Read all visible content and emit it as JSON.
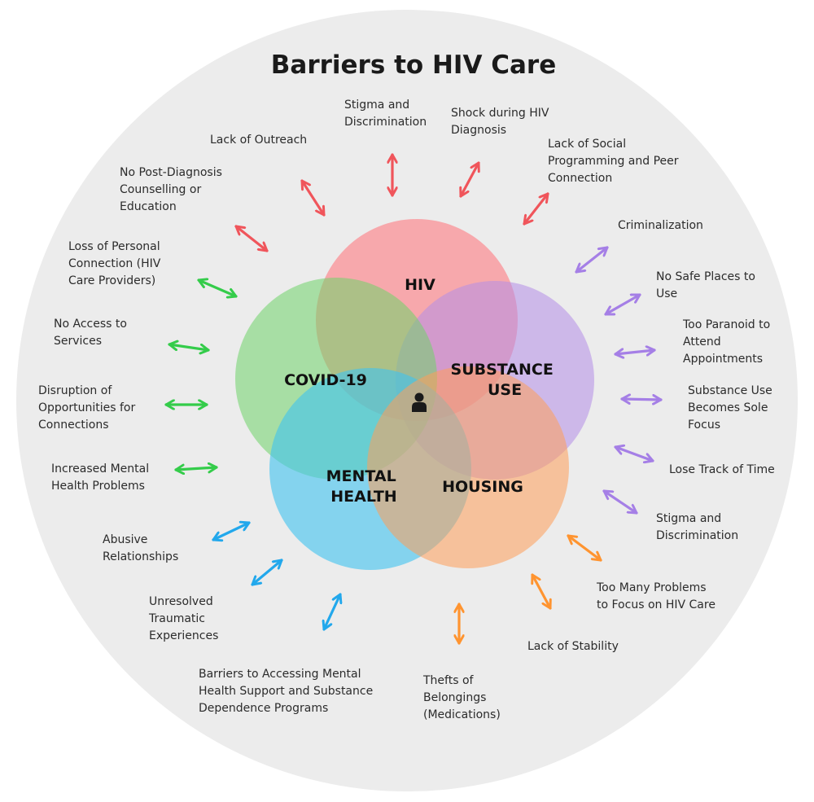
{
  "title": "Barriers to HIV Care",
  "center_icon": "person-icon",
  "circles": [
    {
      "key": "hiv",
      "label": "HIV",
      "color": "#ff7b82"
    },
    {
      "key": "substance",
      "label": "SUBSTANCE\nUSE",
      "color": "#b48ee8"
    },
    {
      "key": "covid",
      "label": "COVID-19",
      "color": "#6fd46a"
    },
    {
      "key": "mental",
      "label": "MENTAL\nHEALTH",
      "color": "#3fc3f0"
    },
    {
      "key": "housing",
      "label": "HOUSING",
      "color": "#ff9f5a"
    }
  ],
  "barriers": [
    {
      "text": "Stigma and\nDiscrimination",
      "group": "hiv"
    },
    {
      "text": "Shock during HIV\nDiagnosis",
      "group": "hiv"
    },
    {
      "text": "Lack of Social\nProgramming and Peer\nConnection",
      "group": "hiv"
    },
    {
      "text": "Lack of Outreach",
      "group": "hiv"
    },
    {
      "text": "No Post-Diagnosis\nCounselling or\nEducation",
      "group": "hiv"
    },
    {
      "text": "Criminalization",
      "group": "substance"
    },
    {
      "text": "No Safe Places to\nUse",
      "group": "substance"
    },
    {
      "text": "Too Paranoid to\nAttend\nAppointments",
      "group": "substance"
    },
    {
      "text": "Substance Use\nBecomes Sole\nFocus",
      "group": "substance"
    },
    {
      "text": "Lose Track of Time",
      "group": "substance"
    },
    {
      "text": "Stigma and\nDiscrimination",
      "group": "substance"
    },
    {
      "text": "Loss of Personal\nConnection (HIV\nCare Providers)",
      "group": "covid"
    },
    {
      "text": "No Access to\nServices",
      "group": "covid"
    },
    {
      "text": "Disruption of\nOpportunities for\nConnections",
      "group": "covid"
    },
    {
      "text": "Increased Mental\nHealth Problems",
      "group": "covid"
    },
    {
      "text": "Abusive\nRelationships",
      "group": "mental"
    },
    {
      "text": "Unresolved\nTraumatic\nExperiences",
      "group": "mental"
    },
    {
      "text": "Barriers to Accessing Mental\nHealth Support and Substance\nDependence Programs",
      "group": "mental"
    },
    {
      "text": "Too Many Problems\nto Focus on HIV Care",
      "group": "housing"
    },
    {
      "text": "Lack of Stability",
      "group": "housing"
    },
    {
      "text": "Thefts of\nBelongings\n(Medications)",
      "group": "housing"
    }
  ],
  "arrow_colors": {
    "hiv": "#f0555b",
    "substance": "#a57fe6",
    "covid": "#34cc4a",
    "mental": "#22a8ec",
    "housing": "#ff9430"
  }
}
